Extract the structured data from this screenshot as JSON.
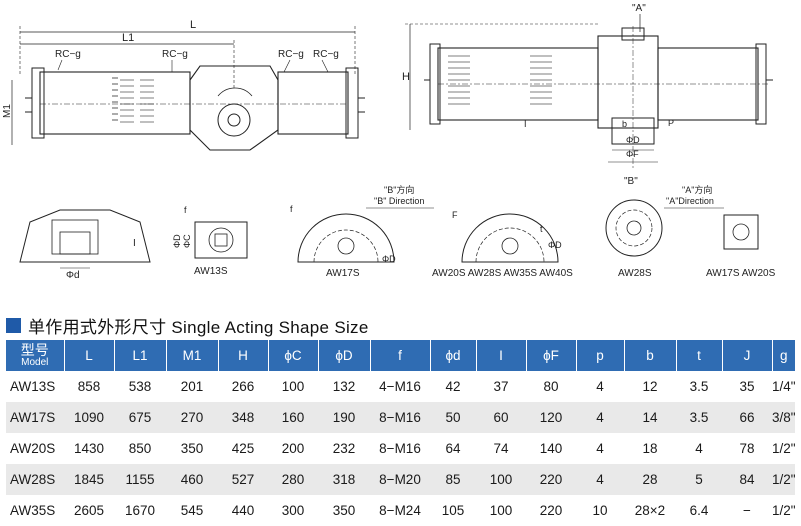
{
  "drawing": {
    "side_view_labels": {
      "L": "L",
      "L1": "L1",
      "M1": "M1",
      "RC_g_1": "RC−g",
      "RC_g_2": "RC−g",
      "RC_g_3": "RC−g",
      "RC_g_4": "RC−g"
    },
    "front_view_labels": {
      "A_top": "\"A\"",
      "H": "H",
      "P": "P",
      "b": "b",
      "phi_d": "ΦD",
      "phi_F": "ΦF",
      "B_bottom": "\"B\"",
      "I": "I"
    },
    "detail_labels": {
      "phi_D": "ΦD",
      "phi_C": "ΦC",
      "f": "f",
      "phi_d": "Φd",
      "I": "I",
      "F": "F",
      "t": "t",
      "phi_D_small": "ΦD",
      "aw13s": "AW13S",
      "aw17s": "AW17S",
      "aw_group": "AW20S AW28S AW35S AW40S",
      "aw28s": "AW28S",
      "aw17s_aw20s": "AW17S  AW20S",
      "b_direction_cn": "\"B\"方向",
      "b_direction_en": "\"B\" Direction",
      "a_direction_cn": "\"A\"方向",
      "a_direction_en": "\"A\"Direction",
      "b_quote": "\"B\""
    }
  },
  "heading": "单作用式外形尺寸 Single Acting Shape Size",
  "table": {
    "header_model_cn": "型号",
    "header_model_en": "Model",
    "columns": [
      "L",
      "L1",
      "M1",
      "H",
      "ϕC",
      "ϕD",
      "f",
      "ϕd",
      "I",
      "ϕF",
      "p",
      "b",
      "t",
      "J",
      "g"
    ],
    "rows": [
      [
        "AW13S",
        "858",
        "538",
        "201",
        "266",
        "100",
        "132",
        "4−M16",
        "42",
        "37",
        "80",
        "4",
        "12",
        "3.5",
        "35",
        "1/4\""
      ],
      [
        "AW17S",
        "1090",
        "675",
        "270",
        "348",
        "160",
        "190",
        "8−M16",
        "50",
        "60",
        "120",
        "4",
        "14",
        "3.5",
        "66",
        "3/8\""
      ],
      [
        "AW20S",
        "1430",
        "850",
        "350",
        "425",
        "200",
        "232",
        "8−M16",
        "64",
        "74",
        "140",
        "4",
        "18",
        "4",
        "78",
        "1/2\""
      ],
      [
        "AW28S",
        "1845",
        "1155",
        "460",
        "527",
        "280",
        "318",
        "8−M20",
        "85",
        "100",
        "220",
        "4",
        "28",
        "5",
        "84",
        "1/2\""
      ],
      [
        "AW35S",
        "2605",
        "1670",
        "545",
        "440",
        "300",
        "350",
        "8−M24",
        "105",
        "100",
        "220",
        "10",
        "28×2",
        "6.4",
        "−",
        "1/2\""
      ]
    ]
  }
}
